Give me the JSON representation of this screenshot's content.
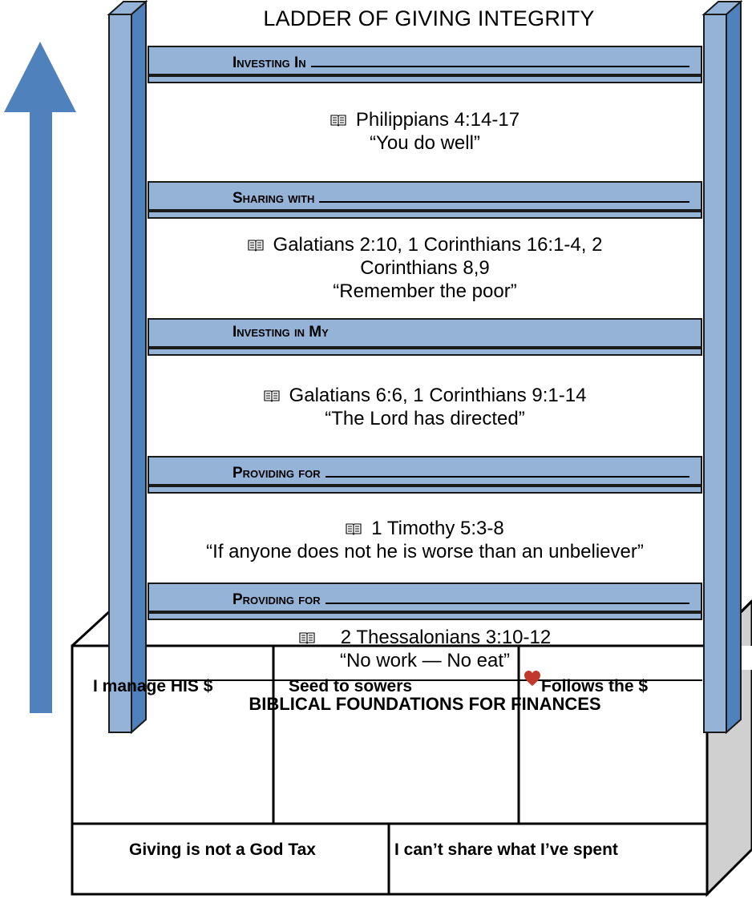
{
  "title": "LADDER OF GIVING INTEGRITY",
  "icons": {
    "book": "open-book-icon",
    "heart": "heart-icon",
    "arrow": "up-arrow-icon"
  },
  "colors": {
    "rail": "#95b3d7",
    "arrow": "#4f81bd",
    "heart": "#c0392b",
    "base_side": "#d0d0d0"
  },
  "rungs": [
    {
      "label": "Investing In"
    },
    {
      "label": "Sharing with"
    },
    {
      "label": "Investing in My"
    },
    {
      "label": "Providing for"
    },
    {
      "label": "Providing for"
    }
  ],
  "panels": [
    {
      "reference": "Philippians 4:14-17",
      "quote": "“You do well”"
    },
    {
      "reference_line1": "Galatians 2:10, 1 Corinthians 16:1-4, 2",
      "reference_line2": "Corinthians 8,9",
      "quote": "“Remember the poor”"
    },
    {
      "reference": "Galatians 6:6, 1 Corinthians 9:1-14",
      "quote": "“The Lord has directed”"
    },
    {
      "reference": "1 Timothy 5:3-8",
      "quote": "“If anyone does not he is worse than an unbeliever”"
    },
    {
      "reference": "2 Thessalonians 3:10-12",
      "quote": "“No work — No eat”"
    }
  ],
  "foundation": {
    "heading": "BIBLICAL FOUNDATIONS FOR FINANCES",
    "row1": [
      "I manage HIS $",
      "Seed to sowers",
      "Follows the $"
    ],
    "row2": [
      "Giving is not a God Tax",
      "I can’t share what I’ve spent"
    ]
  }
}
